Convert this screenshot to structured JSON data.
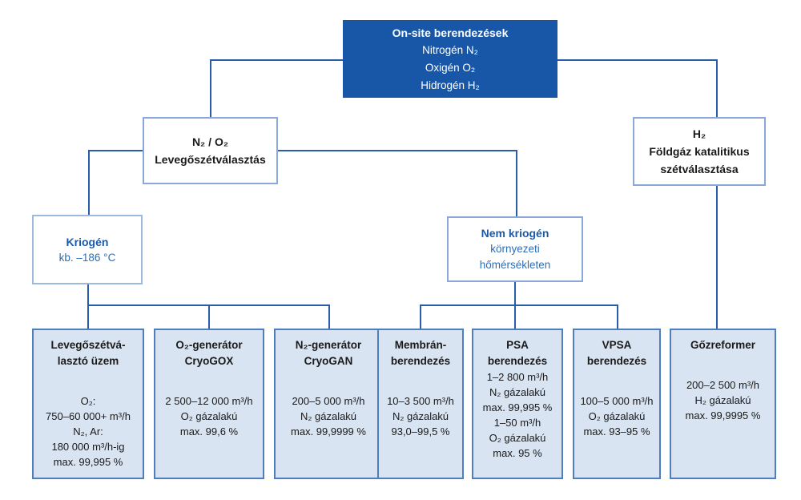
{
  "colors": {
    "root_fill": "#1857A8",
    "root_text": "#ffffff",
    "line": "#2A5DA8",
    "light_fill": "#D8E4F2",
    "light_border": "#4E7EBE",
    "white_border": "#8AA9DA",
    "blue_text": "#1B5AA8",
    "blue_text_light": "#2E6DB5"
  },
  "nodes": {
    "onsite": {
      "title": "On-site berendezések",
      "lines": [
        "Nitrogén N₂",
        "Oxigén O₂",
        "Hidrogén H₂"
      ]
    },
    "air_separation": {
      "lines": [
        "N₂ / O₂",
        "Levegőszétválasztás"
      ]
    },
    "h2_separation": {
      "lines": [
        "H₂",
        "Földgáz katalitikus",
        "szétválasztása"
      ]
    },
    "cryogenic": {
      "title": "Kriogén",
      "subtitle": "kb. –186 °C"
    },
    "non_cryogenic": {
      "title": "Nem kriogén",
      "lines": [
        "környezeti",
        "hőmérsékleten"
      ]
    },
    "bottom": [
      {
        "title": [
          "Levegőszétvá-",
          "lasztó üzem"
        ],
        "body": [
          "O₂:",
          "750–60 000+ m³/h",
          "N₂, Ar:",
          "180 000 m³/h-ig",
          "max. 99,995 %"
        ]
      },
      {
        "title": [
          "O₂-generátor",
          "CryoGOX"
        ],
        "body": [
          "2 500–12 000 m³/h",
          "O₂ gázalakú",
          "max. 99,6 %"
        ]
      },
      {
        "title": [
          "N₂-generátor",
          "CryoGAN"
        ],
        "body": [
          "200–5 000 m³/h",
          "N₂ gázalakú",
          "max. 99,9999 %"
        ]
      },
      {
        "title": [
          "Membrán-",
          "berendezés"
        ],
        "body": [
          "10–3 500 m³/h",
          "N₂ gázalakú",
          "93,0–99,5 %"
        ]
      },
      {
        "title": [
          "PSA",
          "berendezés"
        ],
        "body": [
          "1–2 800 m³/h",
          "N₂ gázalakú",
          "max. 99,995 %",
          "1–50 m³/h",
          "O₂ gázalakú",
          "max. 95 %"
        ]
      },
      {
        "title": [
          "VPSA",
          "berendezés"
        ],
        "body": [
          "100–5 000 m³/h",
          "O₂ gázalakú",
          "max. 93–95 %"
        ]
      },
      {
        "title": [
          "Gőzreformer"
        ],
        "body": [
          "200–2 500 m³/h",
          "H₂ gázalakú",
          "max. 99,9995 %"
        ]
      }
    ]
  }
}
